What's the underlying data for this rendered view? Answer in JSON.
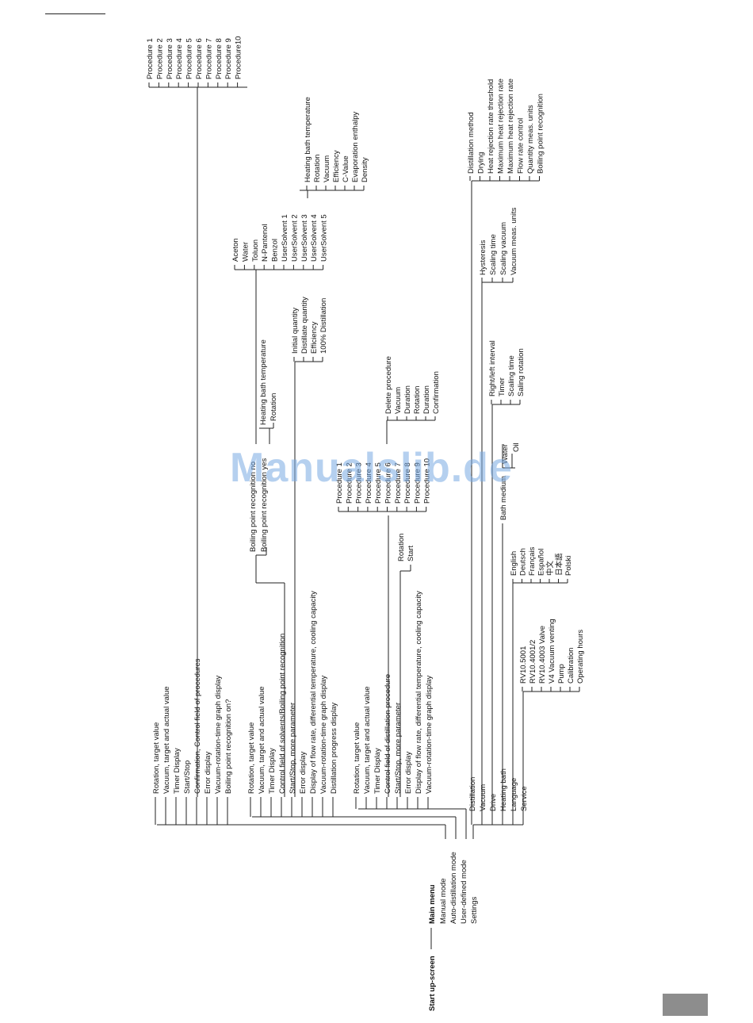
{
  "start": "Start up-screen",
  "main_menu": "Main menu",
  "modes": [
    "Manual mode",
    "Auto-distillation mode",
    "User-defined mode",
    "Settings"
  ],
  "manual": [
    "Rotation, target value",
    "Vacuum, target and actual value",
    "Timer Display",
    "Start/Stop",
    "Confirmation, Control field of procedures",
    "Error display",
    "Vacuum-rotation-time graph display",
    "Boiling point recognition on?"
  ],
  "procedures": [
    "Procedure  1",
    "Procedure  2",
    "Procedure  3",
    "Procedure  4",
    "Procedure  5",
    "Procedure  6",
    "Procedure  7",
    "Procedure  8",
    "Procedure  9",
    "Procedure10"
  ],
  "auto": [
    "Rotation,  target value",
    "Vacuum,  target and actual value",
    "Timer Display",
    "Control field of solvents/Boiling point recognition",
    "Start/Stop, more parameter",
    "Error display",
    "Display of flow rate, differential temperature, cooling capacity",
    "Vacuum-rotation-time graph display",
    "Distillation progress display"
  ],
  "bp_recognition": [
    "Boiling point recognition no",
    "Boiling point recognition yes"
  ],
  "bp_yes": [
    "Heating  bath  temperature",
    "Rotation"
  ],
  "solvents": [
    "Aceton",
    "Water",
    "Toluon",
    "N-Pantenol",
    "Benzol",
    "UserSolvent 1",
    "UserSolvent 2",
    "UserSolvent 3",
    "UserSolvent 4",
    "UserSolvent 5"
  ],
  "solvent_params": [
    "Heating bath temperature",
    "Rotation",
    "Vacuum",
    "Efficiency",
    "C-Value",
    "Evaporation enthalpy",
    "Density"
  ],
  "more_params": [
    "Initial quantity",
    "Distillate quantity",
    "Efficiency",
    "100% Distillation"
  ],
  "user": [
    "Rotation, target value",
    "Vacuum, target and actual value",
    "Timer Display",
    "Control field of distillation procedure",
    "Start/Stop, more parameter",
    "Error display",
    "Display of flow rate, differential temperature, cooling capacity",
    "Vacuum-rotation-time graph display"
  ],
  "user_start": [
    "Rotation",
    "Start"
  ],
  "user_procedures": [
    "Procedure  1",
    "Procedure  2",
    "Procedure  3",
    "Procedure  4",
    "Procedure  5",
    "Procedure  6",
    "Procedure  7",
    "Procedure  8",
    "Procedure  9",
    "Procedure 10"
  ],
  "proc_params": [
    "Delete procedure",
    "Vacuum",
    "Duration",
    "Rotation",
    "Duration",
    "Confirmation"
  ],
  "settings": [
    "Distillation",
    "Vacuum",
    "Drive",
    "Heating bath",
    "Language",
    "Service"
  ],
  "dist_settings": [
    "Distillation method",
    "Drying",
    "Heat rejection rate threshold",
    "Maximum heat rejection rate",
    "Maximum heat rejection rate",
    "Flow rate control",
    "Quantity meas. units",
    "Boiling point recognition"
  ],
  "vac_settings": [
    "Hysteresis",
    "Scaling time",
    "Scaling vacuum",
    "Vacuum meas. units"
  ],
  "drive_settings": [
    "Right/left interval",
    "Timer",
    "Scaling time",
    "Saling rotation"
  ],
  "bath_medium": "Bath medium",
  "bath_options": [
    "Water",
    "Oil"
  ],
  "languages": [
    "English",
    "Deutsch",
    "Français",
    "Español",
    "中文",
    "日本語",
    "Polski"
  ],
  "service": [
    "RV10.5001",
    "RV10.4001/2",
    "RV10.4003 Valve",
    "V4 Vacuum venting",
    "Pump",
    "Calibration",
    "Operating hours"
  ],
  "watermark": "Manualslib.de"
}
